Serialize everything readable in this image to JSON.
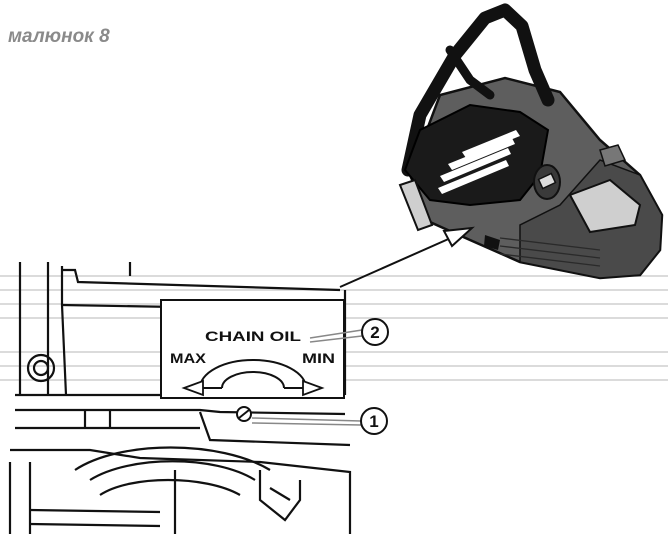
{
  "figure": {
    "caption": "малюнок 8",
    "label_chain_oil": "CHAIN OIL",
    "label_max": "MAX",
    "label_min": "MIN",
    "callouts": [
      "1",
      "2"
    ]
  }
}
